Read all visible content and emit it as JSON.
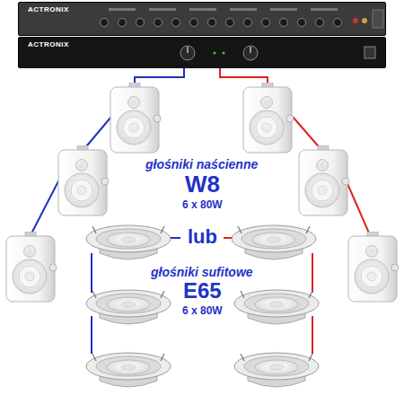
{
  "diagram": {
    "nodes": [
      {
        "text": [
          "ACTRONIX"
        ]
      },
      {
        "text": [
          "ACTRONIX"
        ]
      }
    ],
    "labels": [
      "głośniki naścienne",
      "W8",
      "6 x 80W",
      "lub",
      "głośniki sufitowe",
      "E65",
      "6 x 80W"
    ]
  }
}
